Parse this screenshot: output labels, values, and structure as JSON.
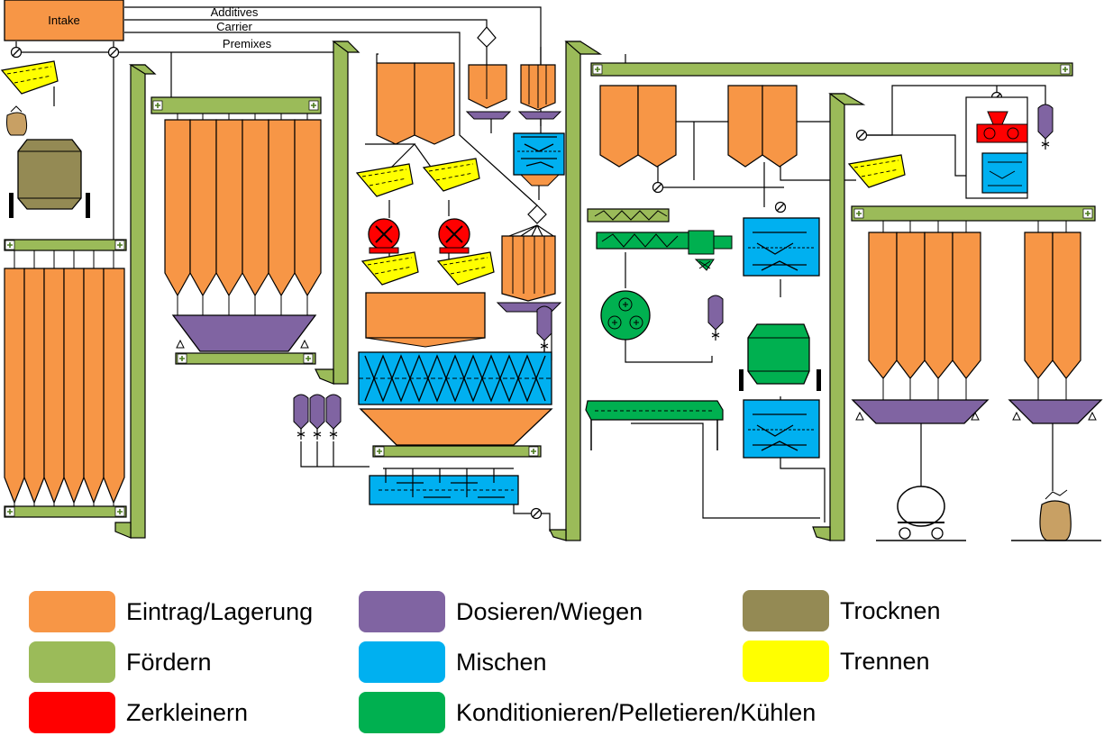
{
  "diagram": {
    "intake_label": "Intake",
    "lines": {
      "additives": "Additives",
      "carrier": "Carrier",
      "premixes": "Premixes"
    }
  },
  "colors": {
    "intake_storage": "#F79646",
    "conveying": "#9BBB59",
    "grinding": "#FF0000",
    "dosing_weighing": "#8064A2",
    "mixing": "#00B0F0",
    "conditioning": "#00B050",
    "drying": "#948A54",
    "separating": "#FFFF00"
  },
  "legend": {
    "items": [
      {
        "label": "Eintrag/Lagerung",
        "color": "#F79646"
      },
      {
        "label": "Fördern",
        "color": "#9BBB59"
      },
      {
        "label": "Zerkleinern",
        "color": "#FF0000"
      },
      {
        "label": "Dosieren/Wiegen",
        "color": "#8064A2"
      },
      {
        "label": "Mischen",
        "color": "#00B0F0"
      },
      {
        "label": "Konditionieren/Pelletieren/Kühlen",
        "color": "#00B050"
      },
      {
        "label": "Trocknen",
        "color": "#948A54"
      },
      {
        "label": "Trennen",
        "color": "#FFFF00"
      }
    ]
  }
}
